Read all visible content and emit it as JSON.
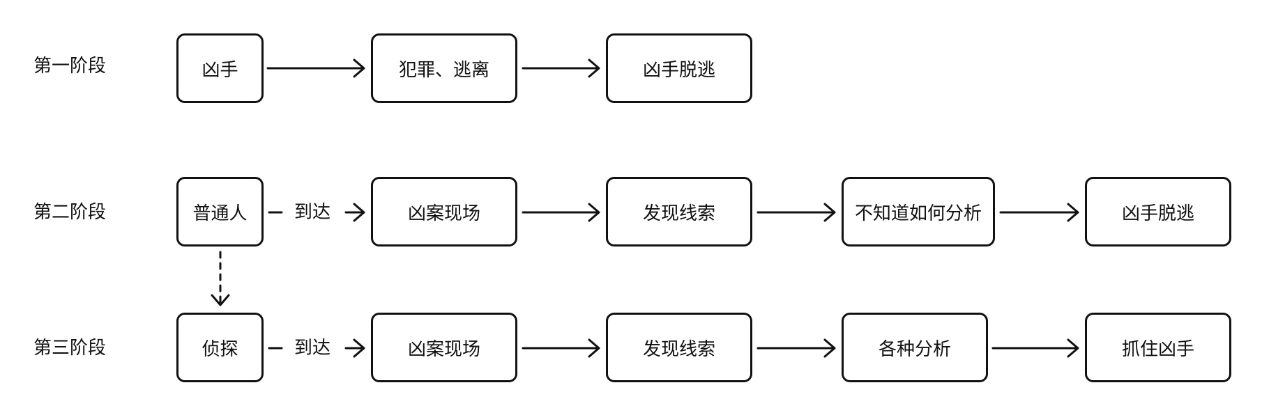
{
  "stages": [
    {
      "label": "第一阶段",
      "nodes": [
        "凶手",
        "犯罪、逃离",
        "凶手脱逃"
      ]
    },
    {
      "label": "第二阶段",
      "nodes": [
        "普通人",
        "凶案现场",
        "发现线索",
        "不知道如何分析",
        "凶手脱逃"
      ],
      "first_edge_label": "到达"
    },
    {
      "label": "第三阶段",
      "nodes": [
        "侦探",
        "凶案现场",
        "发现线索",
        "各种分析",
        "抓住凶手"
      ],
      "first_edge_label": "到达"
    }
  ],
  "colors": {
    "stroke": "#111111",
    "background": "#ffffff"
  }
}
